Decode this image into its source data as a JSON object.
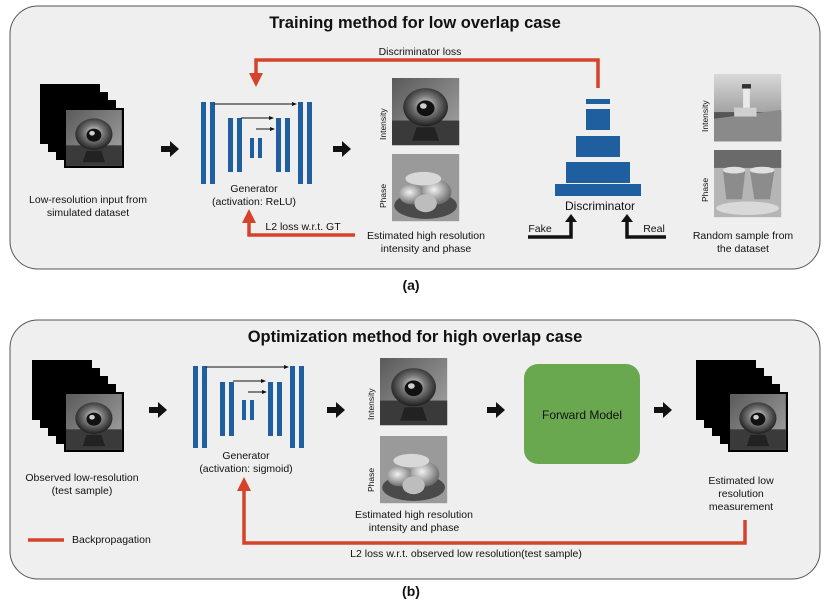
{
  "panel_a": {
    "title": "Training method for low overlap case",
    "caption": "(a)",
    "input_label_1": "Low-resolution input from",
    "input_label_2": "simulated dataset",
    "generator_1": "Generator",
    "generator_2": "(activation: ReLU)",
    "disc_loss": "Discriminator loss",
    "l2_loss": "L2 loss w.r.t. GT",
    "intensity": "Intensity",
    "phase": "Phase",
    "estimate_1": "Estimated high resolution",
    "estimate_2": "intensity and phase",
    "discriminator": "Discriminator",
    "fake": "Fake",
    "real": "Real",
    "sample_1": "Random sample from",
    "sample_2": "the dataset"
  },
  "panel_b": {
    "title": "Optimization method for high overlap case",
    "caption": "(b)",
    "input_label_1": "Observed low-resolution",
    "input_label_2": "(test sample)",
    "generator_1": "Generator",
    "generator_2": "(activation: sigmoid)",
    "intensity": "Intensity",
    "phase": "Phase",
    "estimate_1": "Estimated high resolution",
    "estimate_2": "intensity and phase",
    "forward_model": "Forward Model",
    "measure_1": "Estimated low",
    "measure_2": "resolution",
    "measure_3": "measurement",
    "legend": "Backpropagation",
    "l2_loss": "L2 loss w.r.t. observed low resolution(test sample)"
  },
  "colors": {
    "panel_bg": "#efefef",
    "unet_blue": "#1f5fa0",
    "loss_red": "#d4432a",
    "forward_green": "#6aa84f"
  }
}
